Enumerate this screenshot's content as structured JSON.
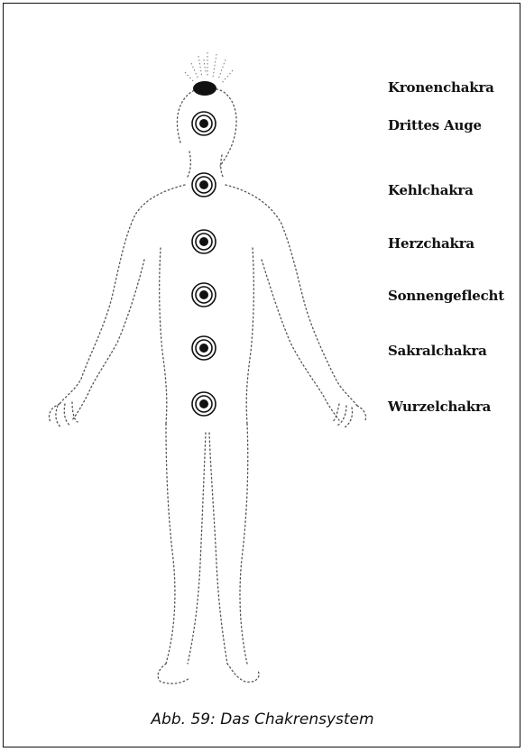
{
  "chakras": [
    {
      "label": "Kronenchakra"
    },
    {
      "label": "Drittes Auge"
    },
    {
      "label": "Kehlchakra"
    },
    {
      "label": "Herzchakra"
    },
    {
      "label": "Sonnengeflecht"
    },
    {
      "label": "Sakralchakra"
    },
    {
      "label": "Wurzelchakra"
    }
  ],
  "caption": "Abb. 59: Das Chakrensystem"
}
